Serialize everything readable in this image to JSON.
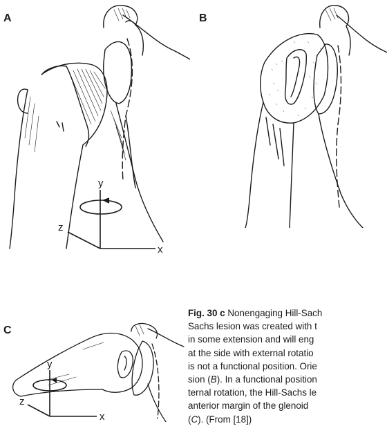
{
  "panels": {
    "a": {
      "letter": "A",
      "axes": {
        "x": "x",
        "y": "y",
        "z": "z"
      }
    },
    "b": {
      "letter": "B"
    },
    "c": {
      "letter": "C",
      "axes": {
        "x": "x",
        "y": "y",
        "z": "z"
      }
    }
  },
  "caption": {
    "figure_label": "Fig. 30 c",
    "lines": [
      " Nonengaging Hill-Sach",
      "Sachs lesion was created with t",
      "in some extension and will eng",
      "at the side with external rotatio",
      "is not a functional position. Orie",
      "sion (",
      "). In a functional position",
      "ternal rotation, the Hill-Sachs le",
      "anterior margin of the glenoid",
      "(",
      "). (From [18])"
    ],
    "panel_refs": {
      "b": "B",
      "c": "C"
    }
  },
  "colors": {
    "ink": "#1a1a1a",
    "background": "#ffffff"
  }
}
